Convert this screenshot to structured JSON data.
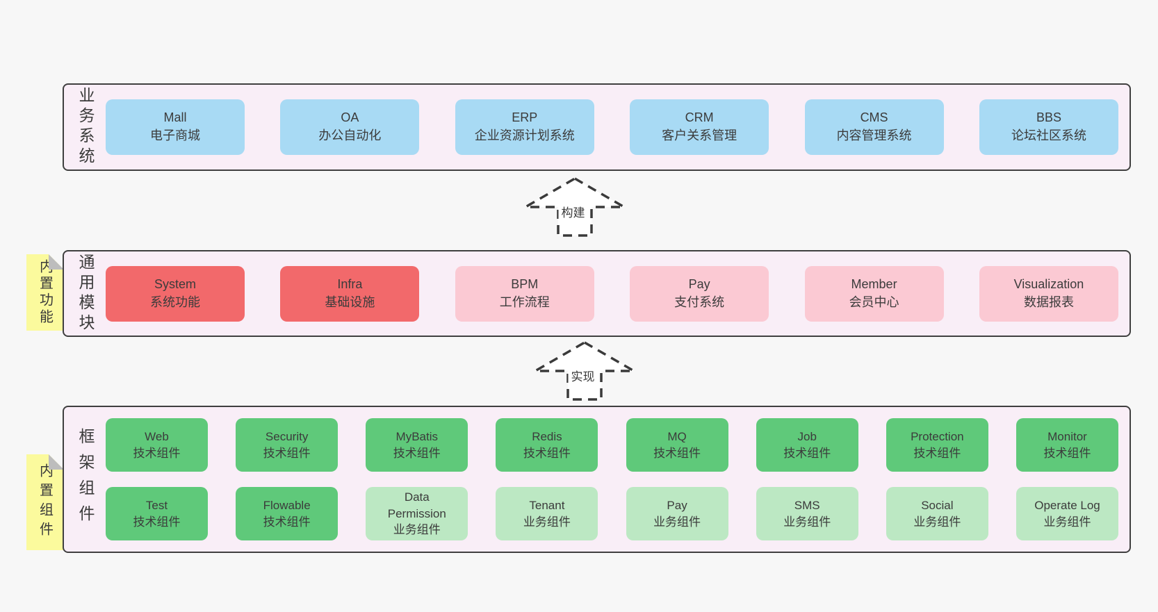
{
  "colors": {
    "page_bg": "#f7f7f7",
    "panel_bg": "#f9eef7",
    "panel_border": "#3f3f3f",
    "blue_box": "#a8daf4",
    "red_box": "#f2696b",
    "pink_box": "#fbc9d3",
    "green_box": "#5fc97a",
    "light_green_box": "#bce8c3",
    "tag_bg": "#fbfa9d",
    "tag_fold": "#bdbdbd",
    "text": "#3b3b3b",
    "arrow_stroke": "#3a3a3a",
    "arrow_fill": "#ffffff"
  },
  "arrows": [
    {
      "id": "build",
      "label": "构建"
    },
    {
      "id": "implement",
      "label": "实现"
    }
  ],
  "layers": [
    {
      "id": "business",
      "label": "业务系统",
      "boxes": [
        {
          "slug": "mall",
          "name": "Mall",
          "desc": "电子商城",
          "variant": "blue"
        },
        {
          "slug": "oa",
          "name": "OA",
          "desc": "办公自动化",
          "variant": "blue"
        },
        {
          "slug": "erp",
          "name": "ERP",
          "desc": "企业资源计划系统",
          "variant": "blue"
        },
        {
          "slug": "crm",
          "name": "CRM",
          "desc": "客户关系管理",
          "variant": "blue"
        },
        {
          "slug": "cms",
          "name": "CMS",
          "desc": "内容管理系统",
          "variant": "blue"
        },
        {
          "slug": "bbs",
          "name": "BBS",
          "desc": "论坛社区系统",
          "variant": "blue"
        }
      ]
    },
    {
      "id": "modules",
      "label": "通用模块",
      "tag": "内置功能",
      "boxes": [
        {
          "slug": "system",
          "name": "System",
          "desc": "系统功能",
          "variant": "red"
        },
        {
          "slug": "infra",
          "name": "Infra",
          "desc": "基础设施",
          "variant": "red"
        },
        {
          "slug": "bpm",
          "name": "BPM",
          "desc": "工作流程",
          "variant": "pink"
        },
        {
          "slug": "pay",
          "name": "Pay",
          "desc": "支付系统",
          "variant": "pink"
        },
        {
          "slug": "member",
          "name": "Member",
          "desc": "会员中心",
          "variant": "pink"
        },
        {
          "slug": "visualization",
          "name": "Visualization",
          "desc": "数据报表",
          "variant": "pink"
        }
      ]
    },
    {
      "id": "components",
      "label": "框架组件",
      "tag": "内置组件",
      "rows": [
        [
          {
            "slug": "web",
            "name": "Web",
            "desc": "技术组件",
            "variant": "green"
          },
          {
            "slug": "security",
            "name": "Security",
            "desc": "技术组件",
            "variant": "green"
          },
          {
            "slug": "mybatis",
            "name": "MyBatis",
            "desc": "技术组件",
            "variant": "green"
          },
          {
            "slug": "redis",
            "name": "Redis",
            "desc": "技术组件",
            "variant": "green"
          },
          {
            "slug": "mq",
            "name": "MQ",
            "desc": "技术组件",
            "variant": "green"
          },
          {
            "slug": "job",
            "name": "Job",
            "desc": "技术组件",
            "variant": "green"
          },
          {
            "slug": "protection",
            "name": "Protection",
            "desc": "技术组件",
            "variant": "green"
          },
          {
            "slug": "monitor",
            "name": "Monitor",
            "desc": "技术组件",
            "variant": "green"
          }
        ],
        [
          {
            "slug": "test",
            "name": "Test",
            "desc": "技术组件",
            "variant": "green"
          },
          {
            "slug": "flowable",
            "name": "Flowable",
            "desc": "技术组件",
            "variant": "green"
          },
          {
            "slug": "data-permission",
            "name": "Data Permission",
            "desc": "业务组件",
            "variant": "lightgreen"
          },
          {
            "slug": "tenant",
            "name": "Tenant",
            "desc": "业务组件",
            "variant": "lightgreen"
          },
          {
            "slug": "pay-biz",
            "name": "Pay",
            "desc": "业务组件",
            "variant": "lightgreen"
          },
          {
            "slug": "sms",
            "name": "SMS",
            "desc": "业务组件",
            "variant": "lightgreen"
          },
          {
            "slug": "social",
            "name": "Social",
            "desc": "业务组件",
            "variant": "lightgreen"
          },
          {
            "slug": "operate-log",
            "name": "Operate Log",
            "desc": "业务组件",
            "variant": "lightgreen"
          }
        ]
      ]
    }
  ]
}
